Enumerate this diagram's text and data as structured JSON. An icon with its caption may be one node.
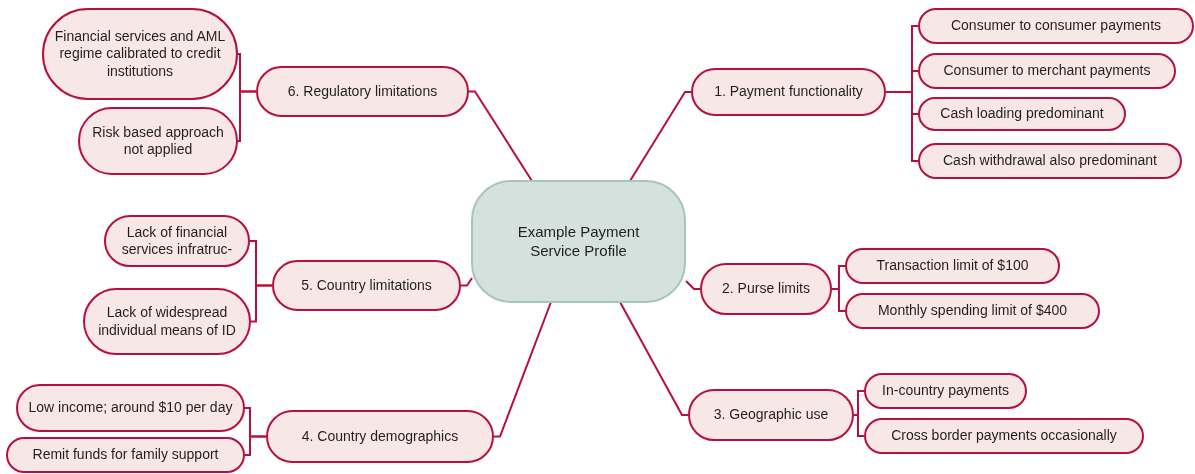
{
  "diagram": {
    "nodes": [
      {
        "text": [
          "Example Payment Service Profile"
        ]
      },
      {
        "text": [
          "1. Payment functionality"
        ]
      },
      {
        "text": [
          "Consumer to consumer payments"
        ]
      },
      {
        "text": [
          "Consumer to merchant payments"
        ]
      },
      {
        "text": [
          "Cash loading predominant"
        ]
      },
      {
        "text": [
          "Cash withdrawal also predominant"
        ]
      },
      {
        "text": [
          "2. Purse limits"
        ]
      },
      {
        "text": [
          "Transaction limit of $100"
        ]
      },
      {
        "text": [
          "Monthly spending limit of $400"
        ]
      },
      {
        "text": [
          "3. Geographic use"
        ]
      },
      {
        "text": [
          "In-country payments"
        ]
      },
      {
        "text": [
          "Cross border payments occasionally"
        ]
      },
      {
        "text": [
          "4. Country demographics"
        ]
      },
      {
        "text": [
          "Low income; around $10 per day"
        ]
      },
      {
        "text": [
          "Remit funds for family support"
        ]
      },
      {
        "text": [
          "5. Country limitations"
        ]
      },
      {
        "text": [
          "Lack of financial services infratruc-"
        ]
      },
      {
        "text": [
          "Lack of widespread individual means of ID"
        ]
      },
      {
        "text": [
          "6. Regulatory limitations"
        ]
      },
      {
        "text": [
          "Financial services and AML regime calibrated to credit institutions"
        ]
      },
      {
        "text": [
          "Risk based approach not applied"
        ]
      }
    ],
    "edges": [
      {
        "from": 0,
        "to": 1,
        "arrow": "none"
      },
      {
        "from": 1,
        "to": 2,
        "arrow": "none"
      },
      {
        "from": 1,
        "to": 3,
        "arrow": "none"
      },
      {
        "from": 1,
        "to": 4,
        "arrow": "none"
      },
      {
        "from": 1,
        "to": 5,
        "arrow": "none"
      },
      {
        "from": 0,
        "to": 6,
        "arrow": "none"
      },
      {
        "from": 6,
        "to": 7,
        "arrow": "none"
      },
      {
        "from": 6,
        "to": 8,
        "arrow": "none"
      },
      {
        "from": 0,
        "to": 9,
        "arrow": "none"
      },
      {
        "from": 9,
        "to": 10,
        "arrow": "none"
      },
      {
        "from": 9,
        "to": 11,
        "arrow": "none"
      },
      {
        "from": 0,
        "to": 12,
        "arrow": "none"
      },
      {
        "from": 12,
        "to": 13,
        "arrow": "none"
      },
      {
        "from": 12,
        "to": 14,
        "arrow": "none"
      },
      {
        "from": 0,
        "to": 15,
        "arrow": "none"
      },
      {
        "from": 15,
        "to": 16,
        "arrow": "none"
      },
      {
        "from": 15,
        "to": 17,
        "arrow": "none"
      },
      {
        "from": 0,
        "to": 18,
        "arrow": "none"
      },
      {
        "from": 18,
        "to": 19,
        "arrow": "none"
      },
      {
        "from": 18,
        "to": 20,
        "arrow": "none"
      }
    ]
  }
}
